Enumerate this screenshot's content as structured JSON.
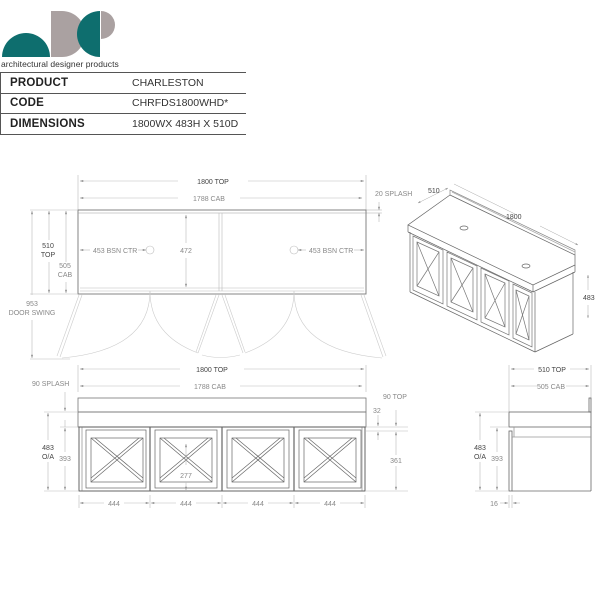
{
  "brand": {
    "name": "architectural designer products",
    "colors": {
      "teal": "#0e6e6e",
      "grey": "#aaa1a1"
    }
  },
  "spec_table": [
    {
      "key": "PRODUCT",
      "value": "CHARLESTON"
    },
    {
      "key": "CODE",
      "value": "CHRFDS1800WHD*"
    },
    {
      "key": "DIMENSIONS",
      "value": "1800WX 483H X 510D"
    }
  ],
  "plan_view": {
    "top_width": "1800 TOP",
    "cab_width": "1788 CAB",
    "splash": "20 SPLASH",
    "top_depth_value": "510",
    "top_depth_label": "TOP",
    "cab_depth_value": "505",
    "cab_depth_label": "CAB",
    "door_swing_value": "953",
    "door_swing_label": "DOOR SWING",
    "basin_left": "453 BSN CTR",
    "basin_right": "453 BSN CTR",
    "inner_depth": "472"
  },
  "iso_view": {
    "depth": "510",
    "width": "1800",
    "height": "483"
  },
  "front_view": {
    "top_width": "1800 TOP",
    "cab_width": "1788 CAB",
    "splash": "90 SPLASH",
    "top": "90 TOP",
    "top_thickness": "32",
    "overall_value": "483",
    "overall_label": "O/A",
    "cab_height": "393",
    "door_height": "361",
    "panel_height": "277",
    "door_widths": [
      "444",
      "444",
      "444",
      "444"
    ]
  },
  "side_view": {
    "top_depth": "510 TOP",
    "cab_depth": "505 CAB",
    "overall_value": "483",
    "overall_label": "O/A",
    "cab_height": "393",
    "kick": "16"
  }
}
